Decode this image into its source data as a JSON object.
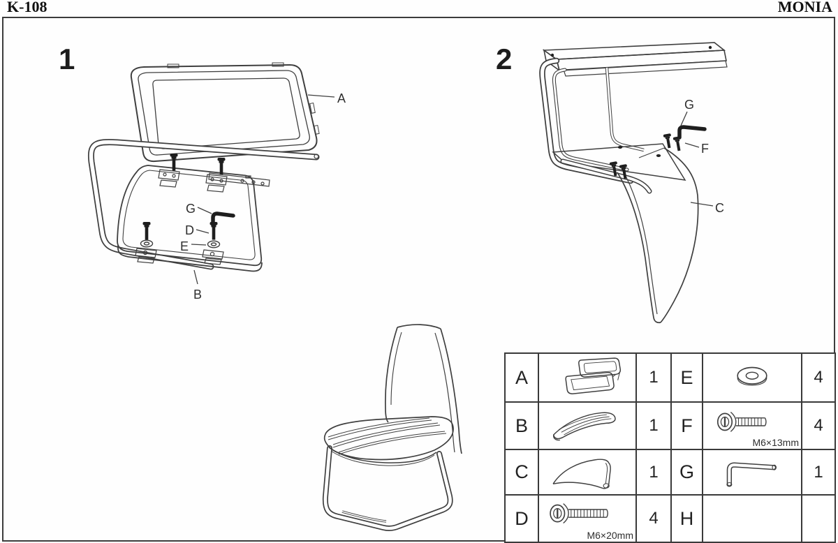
{
  "header": {
    "model": "K-108",
    "brand": "MONIA"
  },
  "step1": {
    "number": "1",
    "callouts": {
      "A": "A",
      "B": "B",
      "D": "D",
      "E": "E",
      "G": "G"
    }
  },
  "step2": {
    "number": "2",
    "callouts": {
      "C": "C",
      "F": "F",
      "G": "G"
    }
  },
  "parts_table": {
    "rows": [
      {
        "c0": {
          "label": "A",
          "icon": "backrest-frame-icon",
          "qty": "1"
        },
        "c1": {
          "label": "E",
          "icon": "washer-icon",
          "qty": "4"
        }
      },
      {
        "c0": {
          "label": "B",
          "icon": "seat-cushion-icon",
          "qty": "1"
        },
        "c1": {
          "label": "F",
          "icon": "screw-icon",
          "spec": "M6×13mm",
          "qty": "4"
        }
      },
      {
        "c0": {
          "label": "C",
          "icon": "base-panel-icon",
          "qty": "1"
        },
        "c1": {
          "label": "G",
          "icon": "allen-key-icon",
          "qty": "1"
        }
      },
      {
        "c0": {
          "label": "D",
          "icon": "screw-icon",
          "spec": "M6×20mm",
          "qty": "4"
        },
        "c1": {
          "label": "H",
          "icon": "",
          "qty": ""
        }
      }
    ]
  }
}
